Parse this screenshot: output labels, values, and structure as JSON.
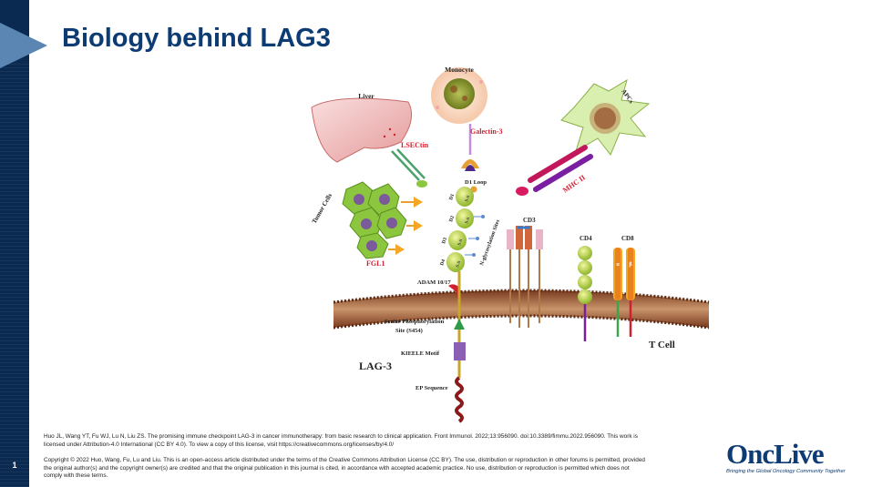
{
  "slide": {
    "title": "Biology behind LAG3",
    "number": "1"
  },
  "diagram": {
    "labels": {
      "monocyte": "Monocyte",
      "liver": "Liver",
      "lsectin": "LSECtin",
      "galectin3": "Galectin-3",
      "apcs": "APCs",
      "mhc2": "MHC II",
      "tumor_cells": "Tumor Cells",
      "fgl1": "FGL1",
      "d1_loop": "D1 Loop",
      "d1": "D1",
      "d2": "D2",
      "d3": "D3",
      "d4": "D4",
      "ss": "S-S",
      "n_glyco": "N-glycosylation Sites",
      "cd3": "CD3",
      "cd4": "CD4",
      "cd8": "CD8",
      "alpha": "α",
      "beta": "β",
      "adam": "ADAM 10/17",
      "serine": "Serine Phosphorylation",
      "serine_site": "Site (S454)",
      "kieele": "KIEELE Motif",
      "lag3": "LAG-3",
      "tcell": "T Cell",
      "ep": "EP Sequence"
    }
  },
  "citations": {
    "line1": "Huo JL, Wang YT, Fu WJ, Lu N, Liu ZS. The promising immune checkpoint LAG-3 in cancer immunotherapy: from basic research to clinical application. Front Immunol. 2022;13:956090. doi:10.3389/fimmu.2022.956090. This work is licensed under Attribution-4.0 International (CC BY 4.0). To view a copy of this license, visit https://creativecommons.org/licenses/by/4.0/",
    "line2": "Copyright © 2022 Huo, Wang, Fu, Lu and Liu. This is an open-access article distributed under the terms of the Creative Commons Attribution License (CC BY). The use, distribution or reproduction in other forums is permitted, provided the original author(s) and the copyright owner(s) are credited and that the original publication in this journal is cited, in accordance with accepted academic practice. No use, distribution or reproduction is permitted which does not comply with these terms."
  },
  "logo": {
    "name": "OncLive",
    "tagline": "Bringing the Global Oncology Community Together"
  }
}
